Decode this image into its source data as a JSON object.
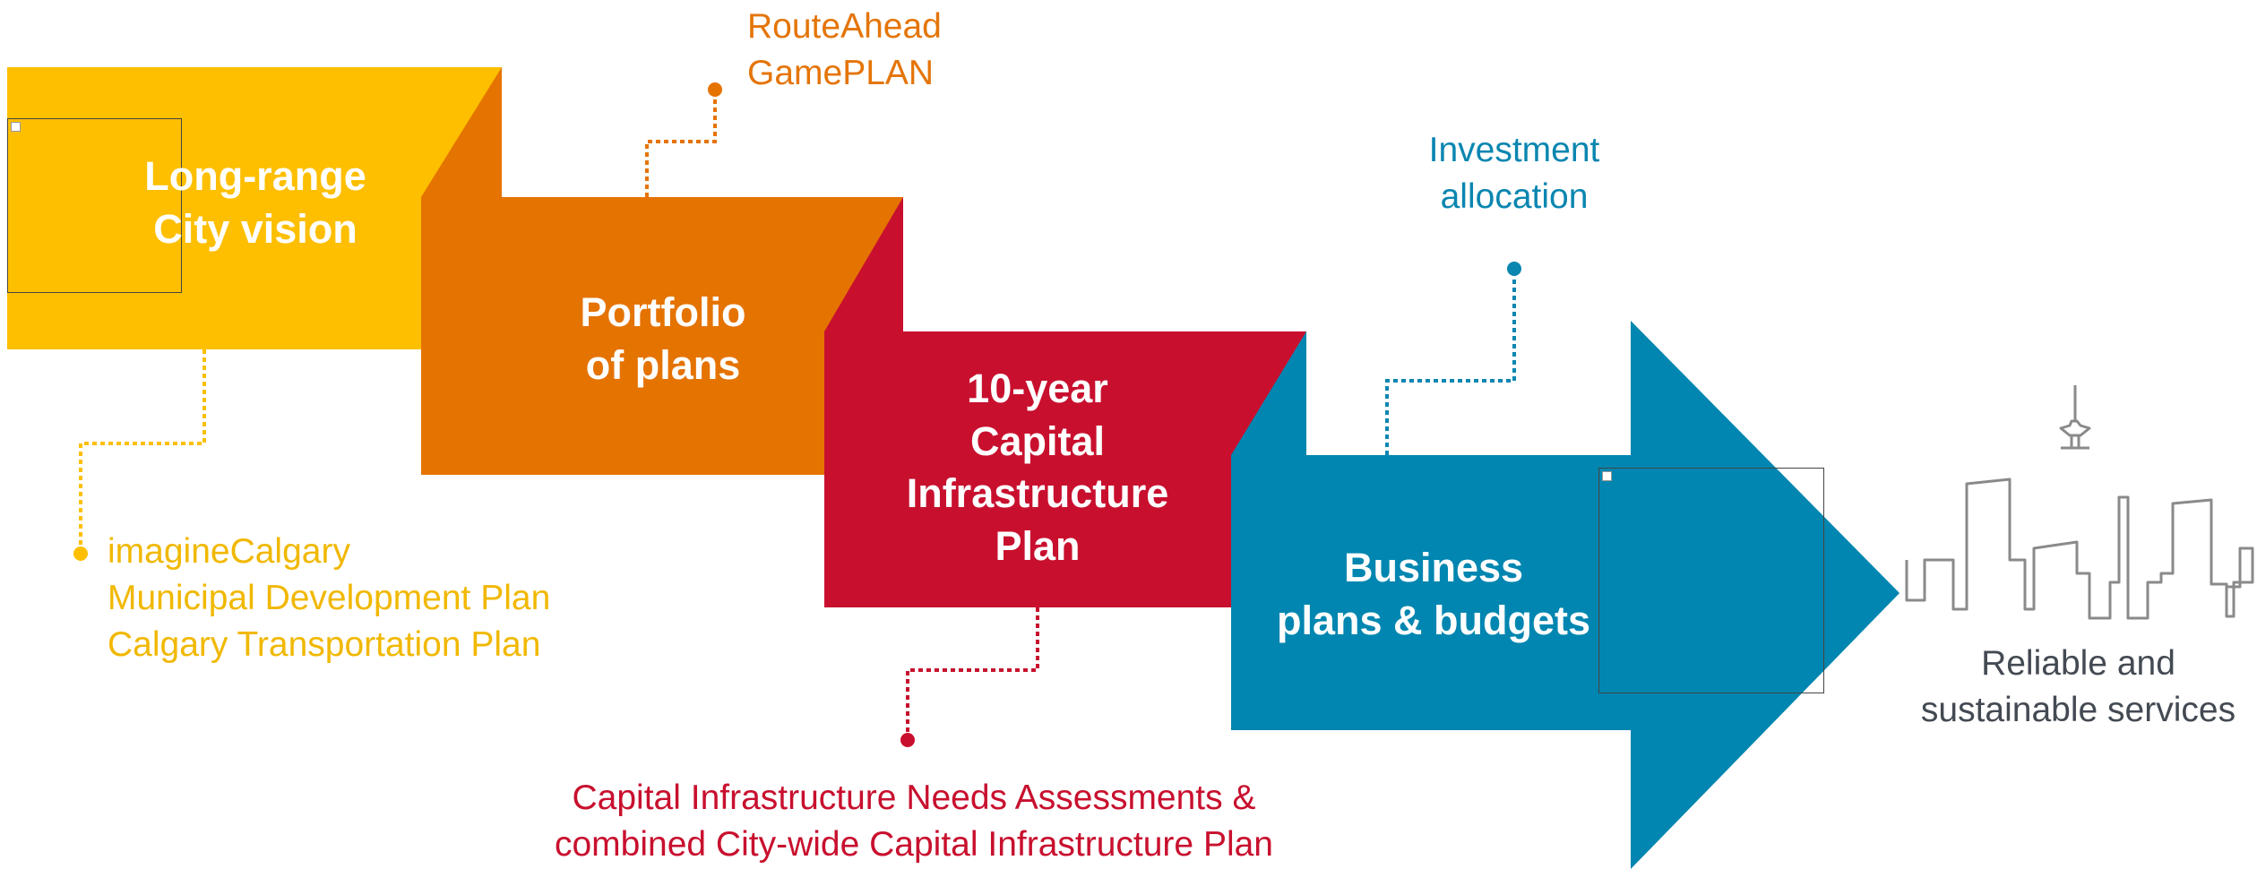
{
  "colors": {
    "yellow": "#fdbf00",
    "orange": "#e57300",
    "red": "#c8102e",
    "blue": "#0086b0",
    "skyline": "#8a8a8a",
    "caption_gray": "#444a53"
  },
  "stages": [
    {
      "id": "long-range",
      "lines": [
        "Long-range",
        "City vision"
      ]
    },
    {
      "id": "portfolio",
      "lines": [
        "Portfolio",
        "of plans"
      ]
    },
    {
      "id": "capital",
      "lines": [
        "10-year",
        "Capital",
        "Infrastructure",
        "Plan"
      ]
    },
    {
      "id": "business",
      "lines": [
        "Business",
        "plans & budgets"
      ]
    }
  ],
  "annotations": {
    "route_ahead": [
      "RouteAhead",
      "GamePLAN"
    ],
    "imagine": [
      "imagineCalgary",
      "Municipal Development Plan",
      "Calgary Transportation Plan"
    ],
    "investment": [
      "Investment",
      "allocation"
    ],
    "capital_needs": [
      "Capital Infrastructure Needs Assessments &",
      "combined City-wide Capital Infrastructure Plan"
    ]
  },
  "outcome": {
    "icon": "city-skyline-icon",
    "lines": [
      "Reliable and",
      "sustainable services"
    ]
  }
}
